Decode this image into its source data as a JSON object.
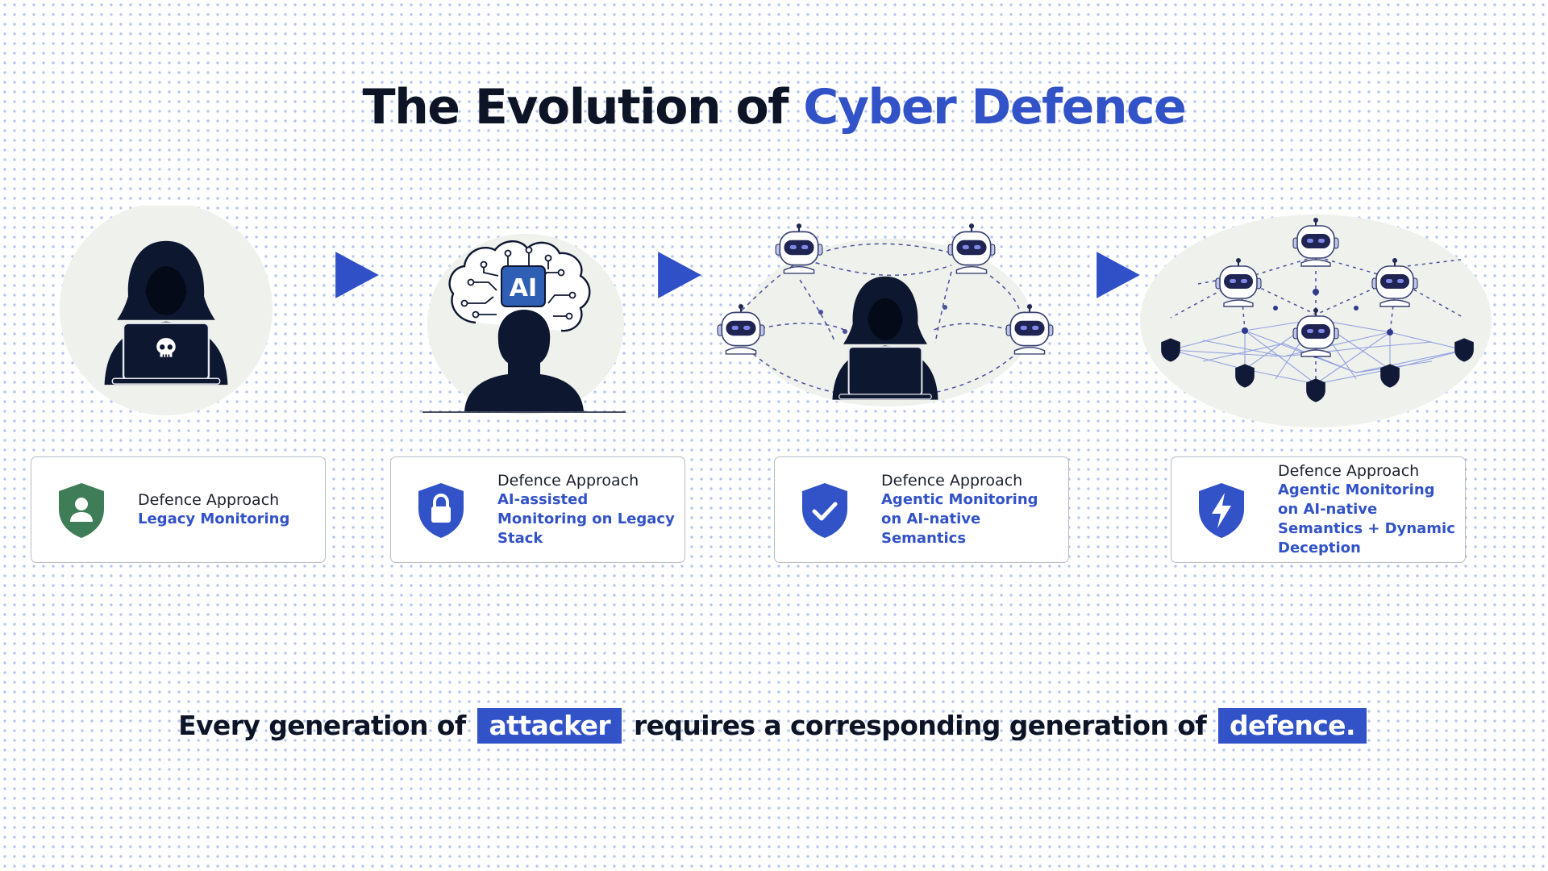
{
  "title": {
    "prefix": "The Evolution of",
    "accent": "Cyber Defence"
  },
  "stages": [
    {
      "label": "Defence Approach",
      "approach": "Legacy Monitoring",
      "icon": "person-shield-icon",
      "icon_color": "#3e7d57"
    },
    {
      "label": "Defence Approach",
      "approach": "AI-assisted Monitoring on Legacy Stack",
      "icon": "lock-shield-icon",
      "icon_color": "#3252c7",
      "illustration_badge": "AI"
    },
    {
      "label": "Defence Approach",
      "approach": "Agentic Monitoring on AI-native Semantics",
      "icon": "check-shield-icon",
      "icon_color": "#3252c7"
    },
    {
      "label": "Defence Approach",
      "approach": "Agentic Monitoring on AI-native Semantics + Dynamic Deception",
      "icon": "bolt-shield-icon",
      "icon_color": "#3252c7"
    }
  ],
  "tagline": {
    "part1": "Every generation of",
    "highlight1": "attacker",
    "part2": "requires a corresponding generation of",
    "highlight2": "defence."
  },
  "colors": {
    "accent": "#3252c7",
    "dark": "#0c1426",
    "green": "#3e7d57",
    "bubble": "#eef1ec"
  }
}
